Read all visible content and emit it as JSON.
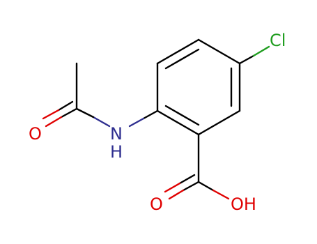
{
  "molecule": {
    "atoms": {
      "chlorine": {
        "label": "Cl",
        "color": "#1f9d1f"
      },
      "amide_oxygen": {
        "label": "O",
        "color": "#e00000"
      },
      "amide_nitrogen": {
        "label": "N",
        "color": "#2e2e8f"
      },
      "amide_hydrogen": {
        "label": "H",
        "color": "#2e2e8f"
      },
      "carbonyl_oxygen": {
        "label": "O",
        "color": "#e00000"
      },
      "hydroxyl": {
        "label": "OH",
        "color": "#e00000"
      }
    },
    "bond_color": "#000000"
  }
}
